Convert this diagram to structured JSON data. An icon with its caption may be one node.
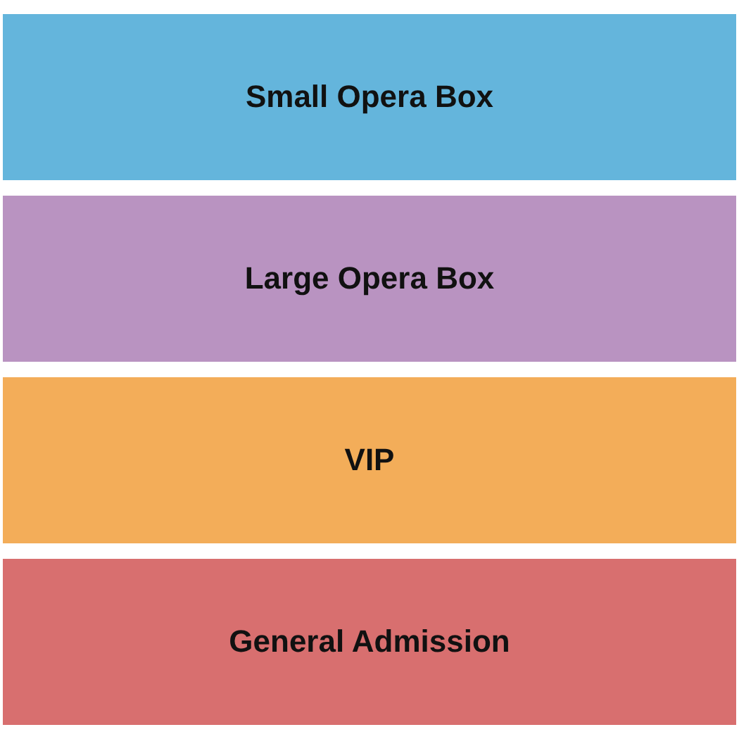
{
  "diagram": {
    "nodes": [
      {
        "text": [
          "Small Opera Box"
        ]
      },
      {
        "text": [
          "Large Opera Box"
        ]
      },
      {
        "text": [
          "VIP"
        ]
      },
      {
        "text": [
          "General Admission"
        ]
      }
    ]
  }
}
